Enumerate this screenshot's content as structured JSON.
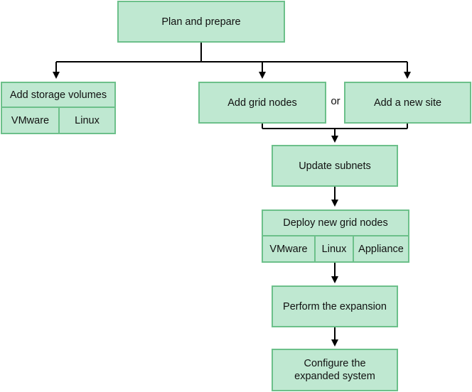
{
  "nodes": {
    "plan": "Plan and prepare",
    "add_storage": {
      "title": "Add storage volumes",
      "options": [
        "VMware",
        "Linux"
      ]
    },
    "add_grid_nodes": "Add grid nodes",
    "or": "or",
    "add_site": "Add a new site",
    "update_subnets": "Update subnets",
    "deploy": {
      "title": "Deploy new grid nodes",
      "options": [
        "VMware",
        "Linux",
        "Appliance"
      ]
    },
    "perform": "Perform the expansion",
    "configure": {
      "line1": "Configure the",
      "line2": "expanded system"
    }
  }
}
